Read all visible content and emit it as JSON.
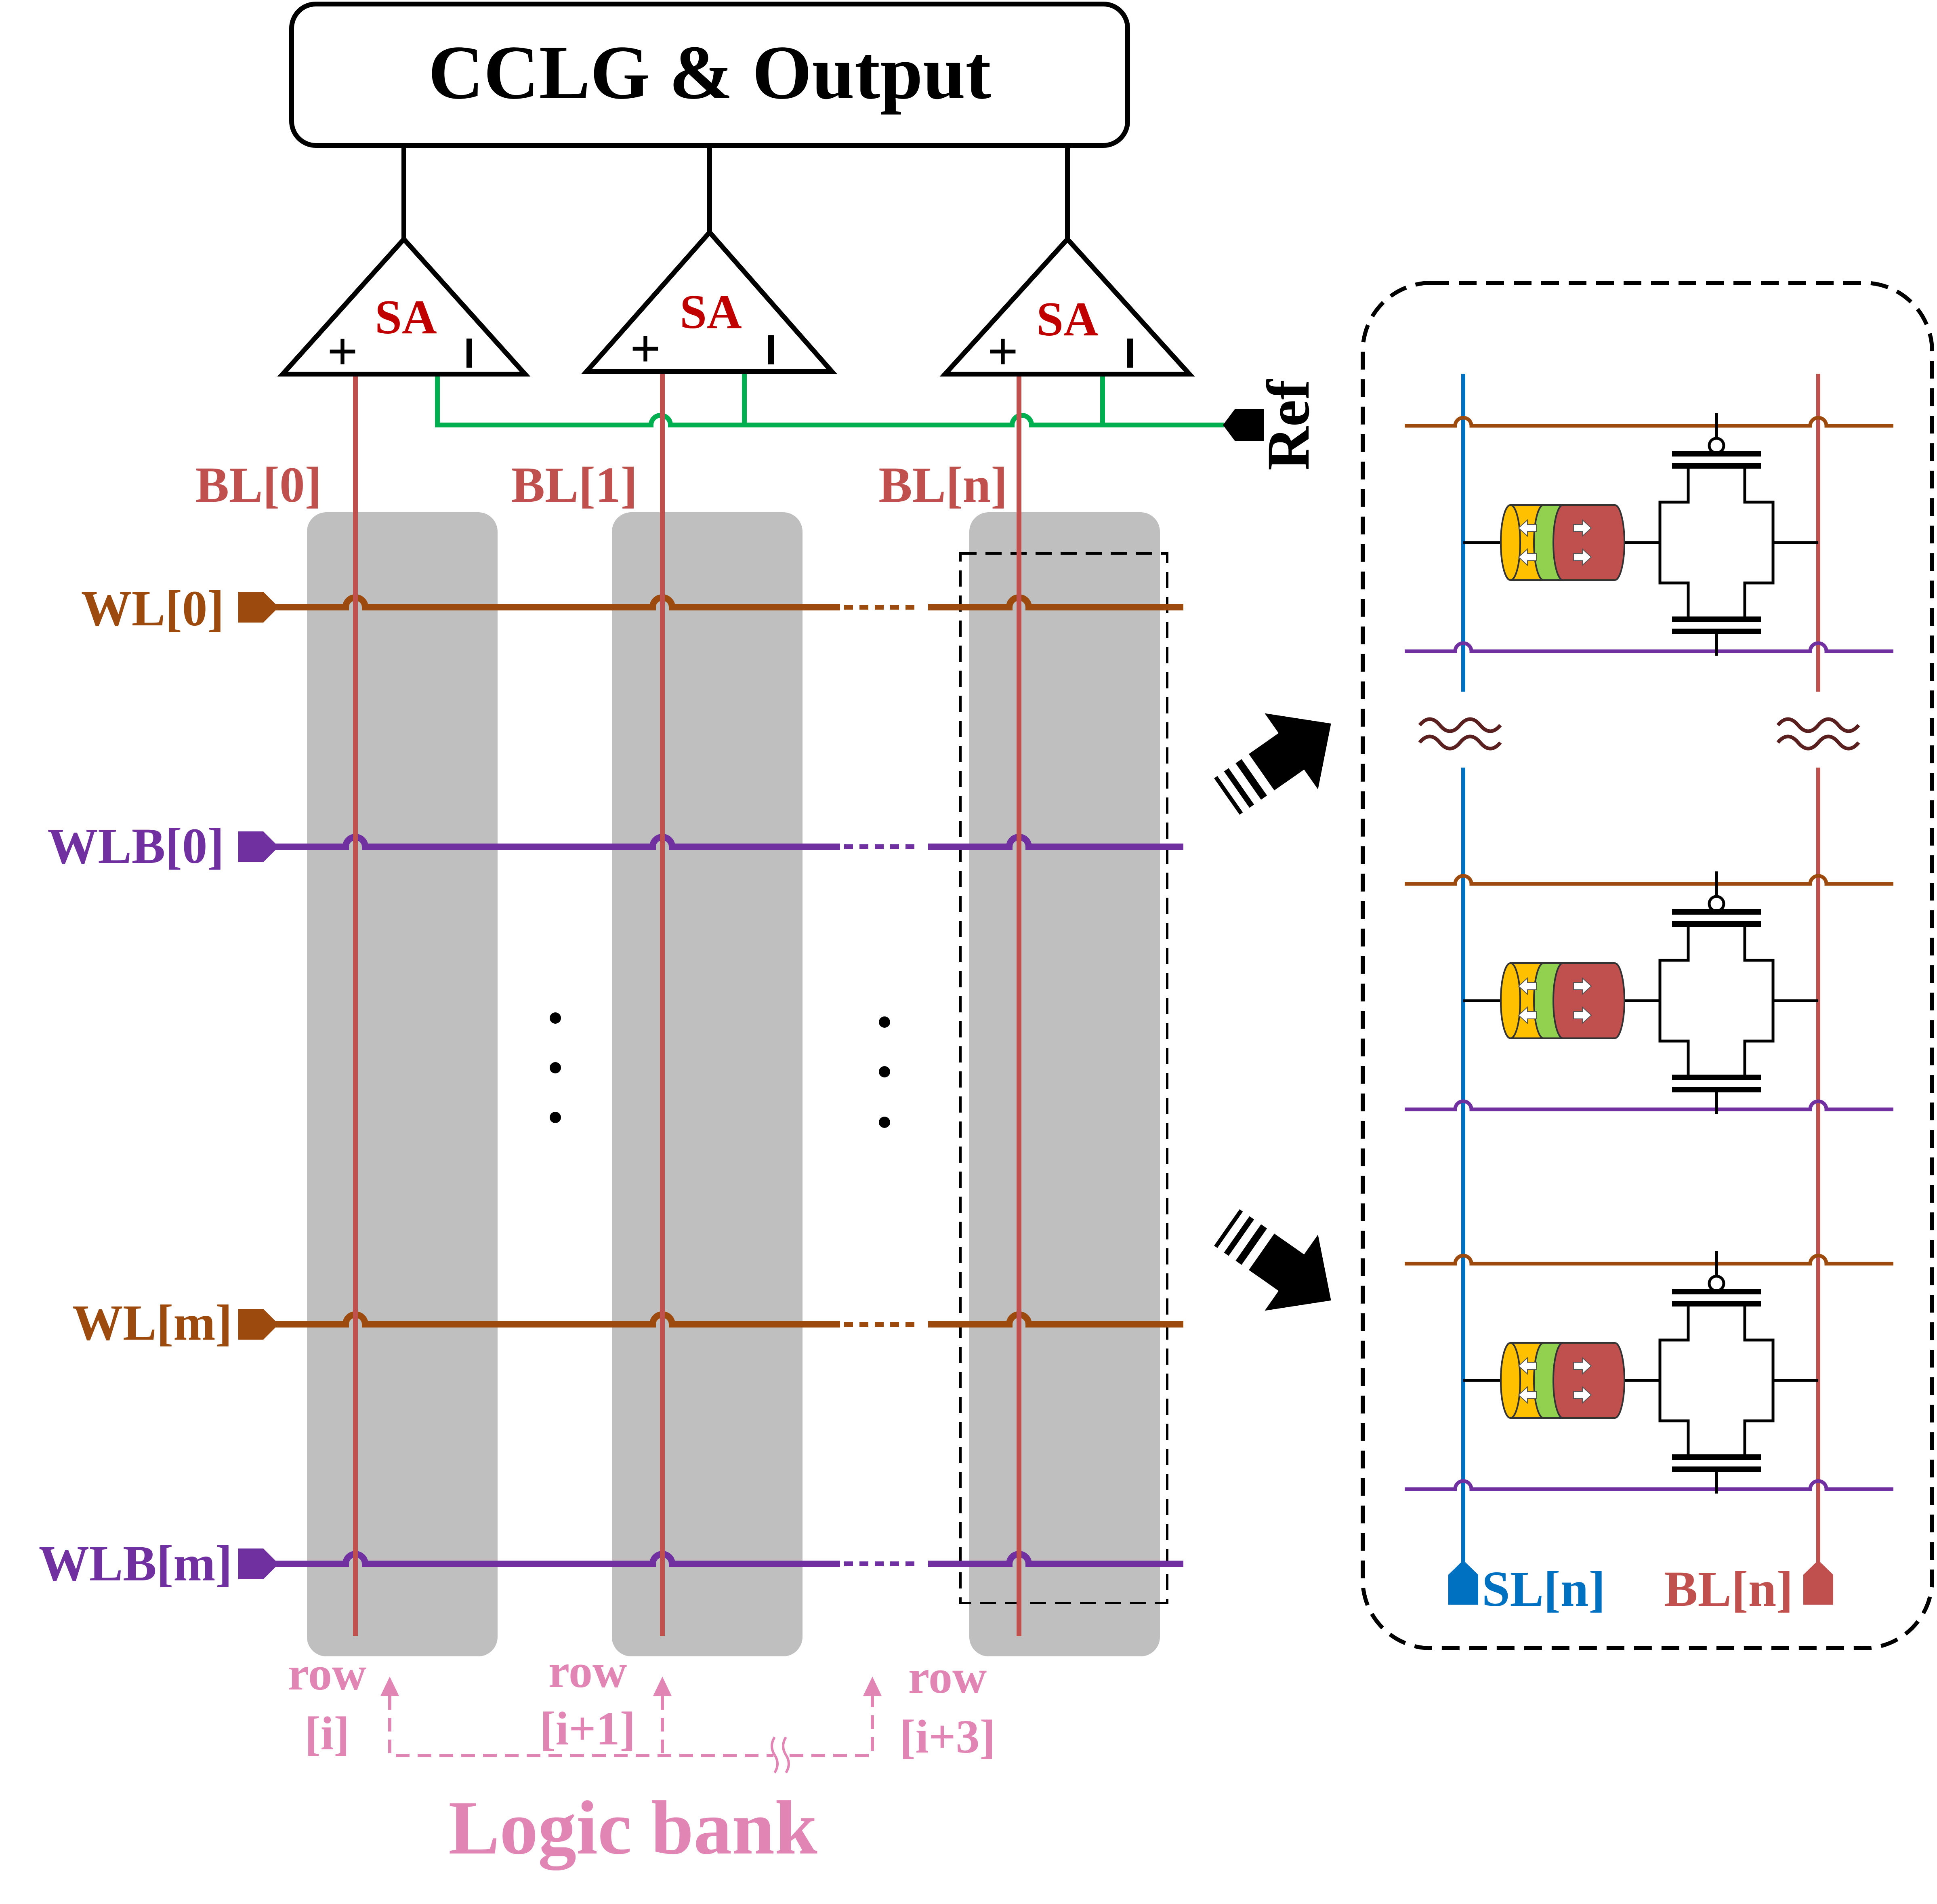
{
  "header": {
    "title": "CCLG  &  Output"
  },
  "amplifiers": [
    {
      "label": "SA",
      "plus": "+",
      "minus": "−"
    },
    {
      "label": "SA",
      "plus": "+",
      "minus": "−"
    },
    {
      "label": "SA",
      "plus": "+",
      "minus": "−"
    }
  ],
  "reference": {
    "label": "Ref"
  },
  "bitlines": [
    "BL[0]",
    "BL[1]",
    "BL[n]"
  ],
  "wordlines": [
    "WL[0]",
    "WLB[0]",
    "WL[m]",
    "WLB[m]"
  ],
  "rows": [
    {
      "line1": "row",
      "line2": "[i]"
    },
    {
      "line1": "row",
      "line2": "[i+1]"
    },
    {
      "line1": "row",
      "line2": "[i+3]"
    }
  ],
  "bank": {
    "label": "Logic bank"
  },
  "detail": {
    "source_line": "SL[n]",
    "bit_line": "BL[n]"
  },
  "colors": {
    "bitline": "#c0504d",
    "wordline": "#9c4a0e",
    "wordline_bar": "#7030a0",
    "reference": "#00b050",
    "source_line": "#0070c0",
    "row_label": "#e085b4",
    "bank_fill": "#bfbfbf",
    "cell_yellow": "#ffc000",
    "cell_green": "#92d050",
    "cell_red": "#c0504d"
  }
}
